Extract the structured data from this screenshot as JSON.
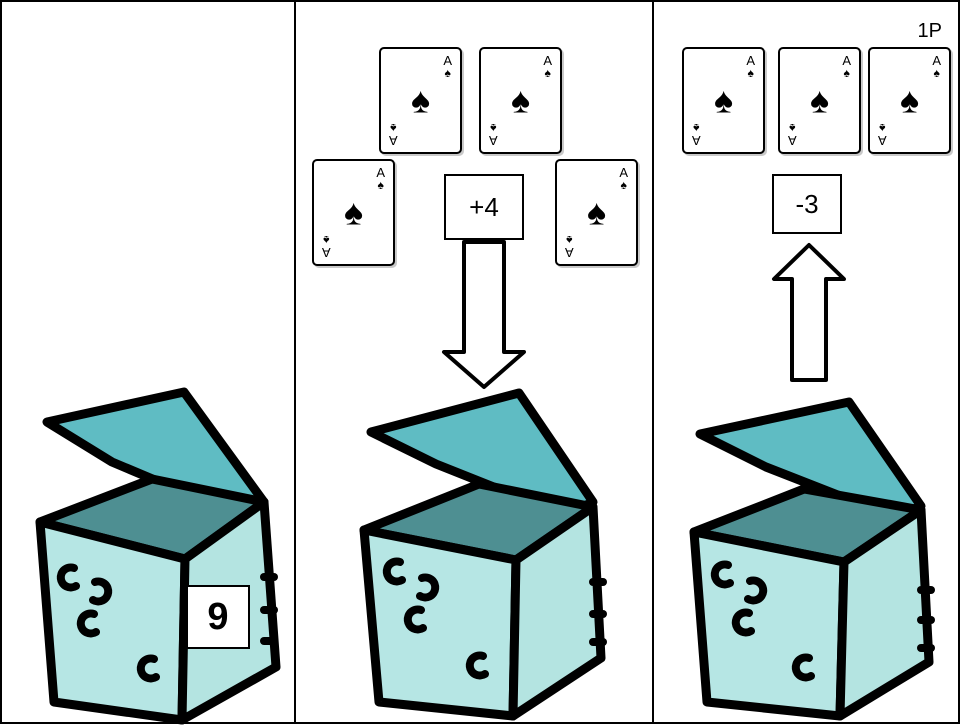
{
  "player_indicator": "1P",
  "panels": [
    {
      "score_value": "9"
    },
    {
      "modifier": "+4",
      "arrow_direction": "down",
      "cards": [
        {
          "rank": "A",
          "suit": "♠"
        },
        {
          "rank": "A",
          "suit": "♠"
        },
        {
          "rank": "A",
          "suit": "♠"
        },
        {
          "rank": "A",
          "suit": "♠"
        }
      ]
    },
    {
      "modifier": "-3",
      "arrow_direction": "up",
      "cards": [
        {
          "rank": "A",
          "suit": "♠"
        },
        {
          "rank": "A",
          "suit": "♠"
        },
        {
          "rank": "A",
          "suit": "♠"
        }
      ]
    }
  ],
  "colors": {
    "box_lid": "#5fbcc3",
    "box_top_inner": "#4e8f92",
    "box_front": "#b6e6e4",
    "box_side": "#b4e4e1",
    "outline": "#000000",
    "panel_border": "#000000"
  },
  "icons": {
    "card_suit": "spade-icon",
    "arrow_down": "arrow-down-icon",
    "arrow_up": "arrow-up-icon"
  }
}
